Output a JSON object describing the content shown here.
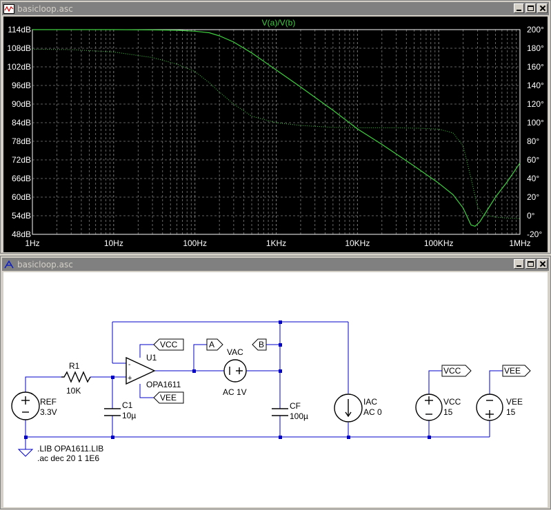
{
  "plot_window": {
    "title": "basicloop.asc",
    "trace_label": "V(a)/V(b)"
  },
  "schematic_window": {
    "title": "basicloop.asc"
  },
  "chart_data": {
    "type": "line",
    "title": "V(a)/V(b)",
    "xscale": "log",
    "xlim": [
      1,
      1000000
    ],
    "x_ticks": [
      "1Hz",
      "10Hz",
      "100Hz",
      "1KHz",
      "10KHz",
      "100KHz",
      "1MHz"
    ],
    "ylim_left": [
      48,
      114
    ],
    "y_ticks_left": [
      "114dB",
      "108dB",
      "102dB",
      "96dB",
      "90dB",
      "84dB",
      "78dB",
      "72dB",
      "66dB",
      "60dB",
      "54dB",
      "48dB"
    ],
    "ylim_right": [
      -20,
      200
    ],
    "y_ticks_right": [
      "200°",
      "180°",
      "160°",
      "140°",
      "120°",
      "100°",
      "80°",
      "60°",
      "40°",
      "20°",
      "0°",
      "-20°"
    ],
    "grid": true,
    "series": [
      {
        "axis": "left",
        "style": "solid",
        "color": "#40d040",
        "points": [
          [
            1,
            114
          ],
          [
            10,
            114
          ],
          [
            30,
            113.9
          ],
          [
            60,
            113.8
          ],
          [
            100,
            113.5
          ],
          [
            150,
            113
          ],
          [
            200,
            112
          ],
          [
            300,
            110
          ],
          [
            500,
            106.5
          ],
          [
            1000,
            101
          ],
          [
            2000,
            95.5
          ],
          [
            5000,
            88
          ],
          [
            10000,
            82
          ],
          [
            20000,
            77
          ],
          [
            50000,
            70
          ],
          [
            100000,
            64.5
          ],
          [
            150000,
            60.8
          ],
          [
            200000,
            56.5
          ],
          [
            230000,
            53
          ],
          [
            250000,
            51
          ],
          [
            280000,
            50.6
          ],
          [
            320000,
            52
          ],
          [
            400000,
            56
          ],
          [
            500000,
            60
          ],
          [
            700000,
            65
          ],
          [
            1000000,
            71
          ]
        ]
      },
      {
        "axis": "right",
        "style": "dotted",
        "color": "#40d040",
        "points": [
          [
            1,
            179
          ],
          [
            3,
            178.5
          ],
          [
            10,
            176
          ],
          [
            30,
            170
          ],
          [
            60,
            163
          ],
          [
            100,
            155
          ],
          [
            150,
            143
          ],
          [
            200,
            133
          ],
          [
            300,
            120
          ],
          [
            500,
            107
          ],
          [
            1000,
            100
          ],
          [
            2000,
            97
          ],
          [
            5000,
            95
          ],
          [
            10000,
            94.5
          ],
          [
            30000,
            94.5
          ],
          [
            60000,
            94
          ],
          [
            100000,
            93
          ],
          [
            150000,
            89
          ],
          [
            200000,
            75
          ],
          [
            250000,
            40
          ],
          [
            300000,
            10
          ],
          [
            350000,
            2
          ],
          [
            400000,
            0
          ],
          [
            500000,
            -1.5
          ],
          [
            700000,
            -2.5
          ],
          [
            1000000,
            -3
          ]
        ]
      }
    ]
  },
  "schematic": {
    "labels": {
      "r1_name": "R1",
      "r1_value": "10K",
      "ref_name": "REF",
      "ref_value": "3.3V",
      "c1_name": "C1",
      "c1_value": "10µ",
      "u1_name": "U1",
      "u1_part": "OPA1611",
      "vac_name": "VAC",
      "vac_value": "AC 1V",
      "cf_name": "CF",
      "cf_value": "100µ",
      "iac_name": "IAC",
      "iac_value": "AC 0",
      "vcc_name": "VCC",
      "vcc_value": "15",
      "vee_name": "VEE",
      "vee_value": "15",
      "flag_vcc": "VCC",
      "flag_vee": "VEE",
      "flag_a": "A",
      "flag_b": "B",
      "flag_vcc2": "VCC",
      "flag_vee2": "VEE",
      "plus": "+",
      "minus": "-",
      "directive_lib": ".LIB OPA1611.LIB",
      "directive_ac": ".ac dec 20 1 1E6"
    }
  }
}
